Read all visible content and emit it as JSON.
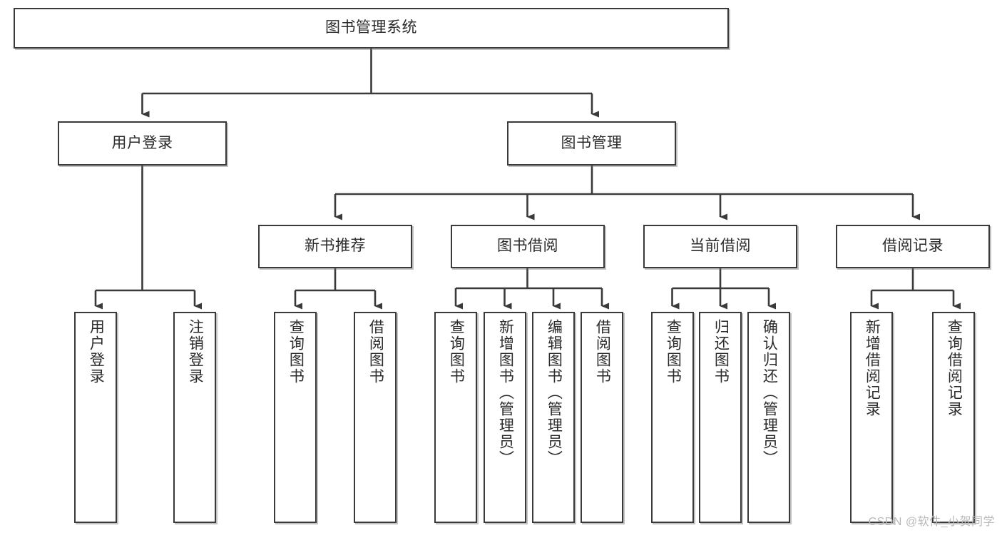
{
  "diagram": {
    "type": "tree-hierarchy-chart",
    "title": "图书管理系统",
    "line_color": "#3a3a3a",
    "box_fill": "#ffffff",
    "text_color": "#2b2b2b",
    "levels": 4,
    "root": {
      "label": "图书管理系统",
      "orientation": "horizontal"
    },
    "level2": [
      {
        "label": "用户登录",
        "orientation": "horizontal"
      },
      {
        "label": "图书管理",
        "orientation": "horizontal"
      }
    ],
    "level3": [
      {
        "label": "新书推荐",
        "orientation": "horizontal"
      },
      {
        "label": "图书借阅",
        "orientation": "horizontal"
      },
      {
        "label": "当前借阅",
        "orientation": "horizontal"
      },
      {
        "label": "借阅记录",
        "orientation": "horizontal"
      }
    ],
    "leaves": {
      "user_login": [
        {
          "label": "用户登录",
          "orientation": "vertical"
        },
        {
          "label": "注销登录",
          "orientation": "vertical"
        }
      ],
      "new_book_recommend": [
        {
          "label": "查询图书",
          "orientation": "vertical"
        },
        {
          "label": "借阅图书",
          "orientation": "vertical"
        }
      ],
      "book_borrow": [
        {
          "label": "查询图书",
          "orientation": "vertical"
        },
        {
          "label": "新增图书（管理员）",
          "orientation": "vertical"
        },
        {
          "label": "编辑图书（管理员）",
          "orientation": "vertical"
        },
        {
          "label": "借阅图书",
          "orientation": "vertical"
        }
      ],
      "current_borrow": [
        {
          "label": "查询图书",
          "orientation": "vertical"
        },
        {
          "label": "归还图书",
          "orientation": "vertical"
        },
        {
          "label": "确认归还（管理员）",
          "orientation": "vertical"
        }
      ],
      "borrow_records": [
        {
          "label": "新增借阅记录",
          "orientation": "vertical"
        },
        {
          "label": "查询借阅记录",
          "orientation": "vertical"
        }
      ]
    }
  },
  "watermark": {
    "text": "CSDN @软件_小贺同学"
  }
}
